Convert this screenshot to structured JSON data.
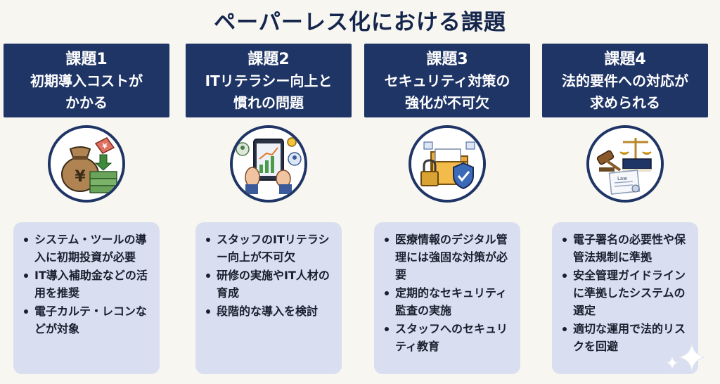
{
  "title": "ペーパーレス化における課題",
  "columns": [
    {
      "header_num": "課題1",
      "header_lines": [
        "初期導入コストが",
        "かかる"
      ],
      "icon": "money-bag-icon",
      "bullets": [
        "システム・ツールの導入に初期投資が必要",
        "IT導入補助金などの活用を推奨",
        "電子カルテ・レコンなどが対象"
      ]
    },
    {
      "header_num": "課題2",
      "header_lines": [
        "ITリテラシー向上と",
        "慣れの問題"
      ],
      "icon": "tablet-training-icon",
      "bullets": [
        "スタッフのITリテラシー向上が不可欠",
        "研修の実施やIT人材の育成",
        "段階的な導入を検討"
      ]
    },
    {
      "header_num": "課題3",
      "header_lines": [
        "セキュリティ対策の",
        "強化が不可欠"
      ],
      "icon": "security-folder-icon",
      "bullets": [
        "医療情報のデジタル管理には強固な対策が必要",
        "定期的なセキュリティ監査の実施",
        "スタッフへのセキュリティ教育"
      ]
    },
    {
      "header_num": "課題4",
      "header_lines": [
        "法的要件への対応が",
        "求められる"
      ],
      "icon": "law-scale-icon",
      "bullets": [
        "電子署名の必要性や保管法規制に準拠",
        "安全管理ガイドラインに準拠したシステムの選定",
        "適切な運用で法的リスクを回避"
      ]
    }
  ],
  "icon_labels": {
    "money_tag": "¥",
    "bag_symbol": "¥",
    "law_book": "Law"
  },
  "colors": {
    "header_bg": "#1f3566",
    "panel_bg": "#d9dff0",
    "page_bg": "#f8f6f1"
  }
}
